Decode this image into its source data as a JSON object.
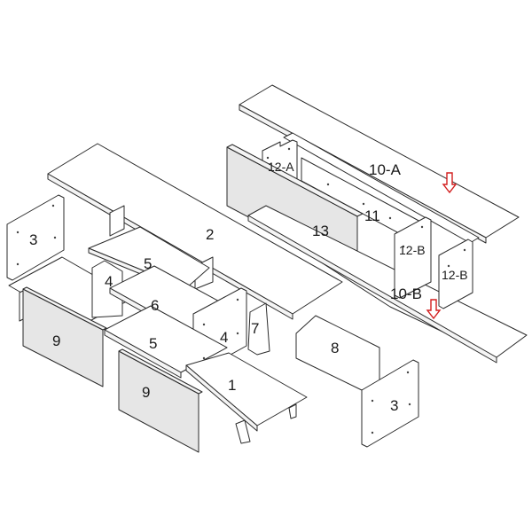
{
  "labels": {
    "p1": "1",
    "p2": "2",
    "p3_left": "3",
    "p3_right": "3",
    "p4_left": "4",
    "p4_mid": "4",
    "p5_upper": "5",
    "p5_lower": "5",
    "p6": "6",
    "p7": "7",
    "p8": "8",
    "p9_left": "9",
    "p9_mid": "9",
    "p10a": "10-A",
    "p10b": "10-B",
    "p11": "11",
    "p12a": "12-A",
    "p12b_left": "12-B",
    "p12b_right": "12-B",
    "p13": "13"
  },
  "colors": {
    "outline": "#2b2b2b",
    "panel_fill": "#ffffff",
    "door_fill": "#e6e6e6",
    "arrow": "#d21e1e"
  },
  "icons": [
    "down-arrow-icon",
    "down-arrow-icon"
  ]
}
